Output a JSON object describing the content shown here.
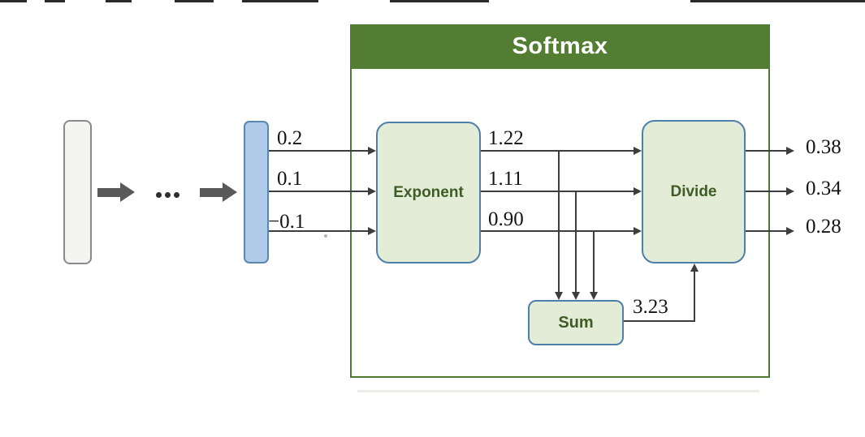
{
  "diagram": {
    "title": "Softmax",
    "inputs": [
      "0.2",
      "0.1",
      "−0.1"
    ],
    "exponent_label": "Exponent",
    "exponent_outputs": [
      "1.22",
      "1.11",
      "0.90"
    ],
    "sum_label": "Sum",
    "sum_output": "3.23",
    "divide_label": "Divide",
    "outputs": [
      "0.38",
      "0.34",
      "0.28"
    ],
    "colors": {
      "header_green": "#527d33",
      "box_border_green": "#4e7a31",
      "node_fill": "#e3ecd6",
      "node_border": "#4e7fab",
      "node_text_green": "#3f5c26",
      "connector": "#3d3d3d",
      "block_arrow_gray": "#595959",
      "vector_blue_fill": "#b0cbe9",
      "vector_gray_fill": "#f4f4f2"
    }
  }
}
